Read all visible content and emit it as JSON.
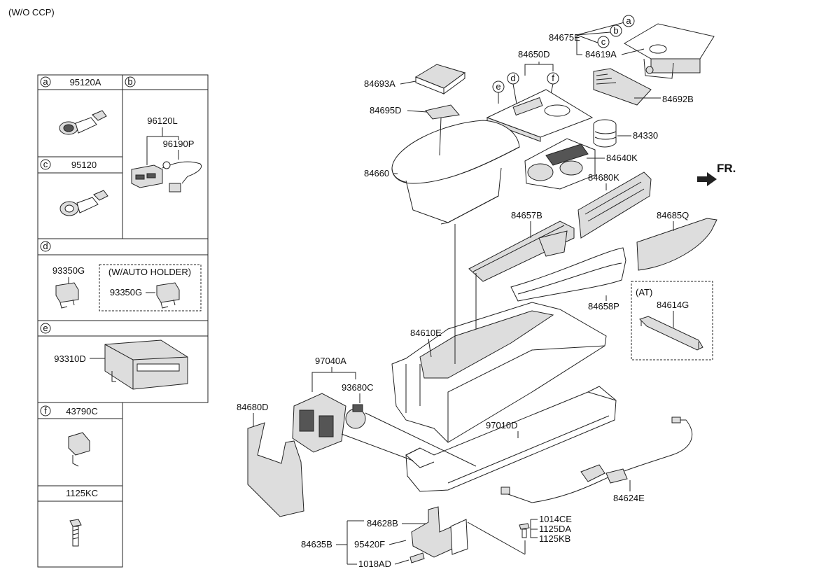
{
  "header_note": "(W/O CCP)",
  "fr_label": "FR.",
  "legend": {
    "a": {
      "letter": "a",
      "part": "95120A"
    },
    "b": {
      "letter": "b",
      "parts": [
        "96120L",
        "96190P"
      ]
    },
    "c": {
      "letter": "c",
      "part": "95120"
    },
    "d": {
      "letter": "d",
      "part": "93350G",
      "variant_label": "(W/AUTO HOLDER)",
      "variant_part": "93350G"
    },
    "e": {
      "letter": "e",
      "part": "93310D"
    },
    "f": {
      "letter": "f",
      "part": "43790C"
    },
    "g": {
      "part": "1125KC"
    }
  },
  "callouts": {
    "p84675E": "84675E",
    "p84619A": "84619A",
    "p84650D": "84650D",
    "p84693A": "84693A",
    "p84692B": "84692B",
    "p84695D": "84695D",
    "p84330": "84330",
    "p84640K": "84640K",
    "p84660": "84660",
    "p84680K": "84680K",
    "p84657B": "84657B",
    "p84685Q": "84685Q",
    "at_label": "(AT)",
    "p84614G": "84614G",
    "p84658P": "84658P",
    "p84610E": "84610E",
    "p97040A": "97040A",
    "p93680C": "93680C",
    "p84680D": "84680D",
    "p97010D": "97010D",
    "p84624E": "84624E",
    "p84628B": "84628B",
    "p84635B": "84635B",
    "p95420F": "95420F",
    "p1018AD": "1018AD",
    "p1014CE": "1014CE",
    "p1125DA": "1125DA",
    "p1125KB": "1125KB"
  },
  "circle_letters": {
    "a": "a",
    "b": "b",
    "c": "c",
    "d": "d",
    "e": "e",
    "f": "f"
  }
}
